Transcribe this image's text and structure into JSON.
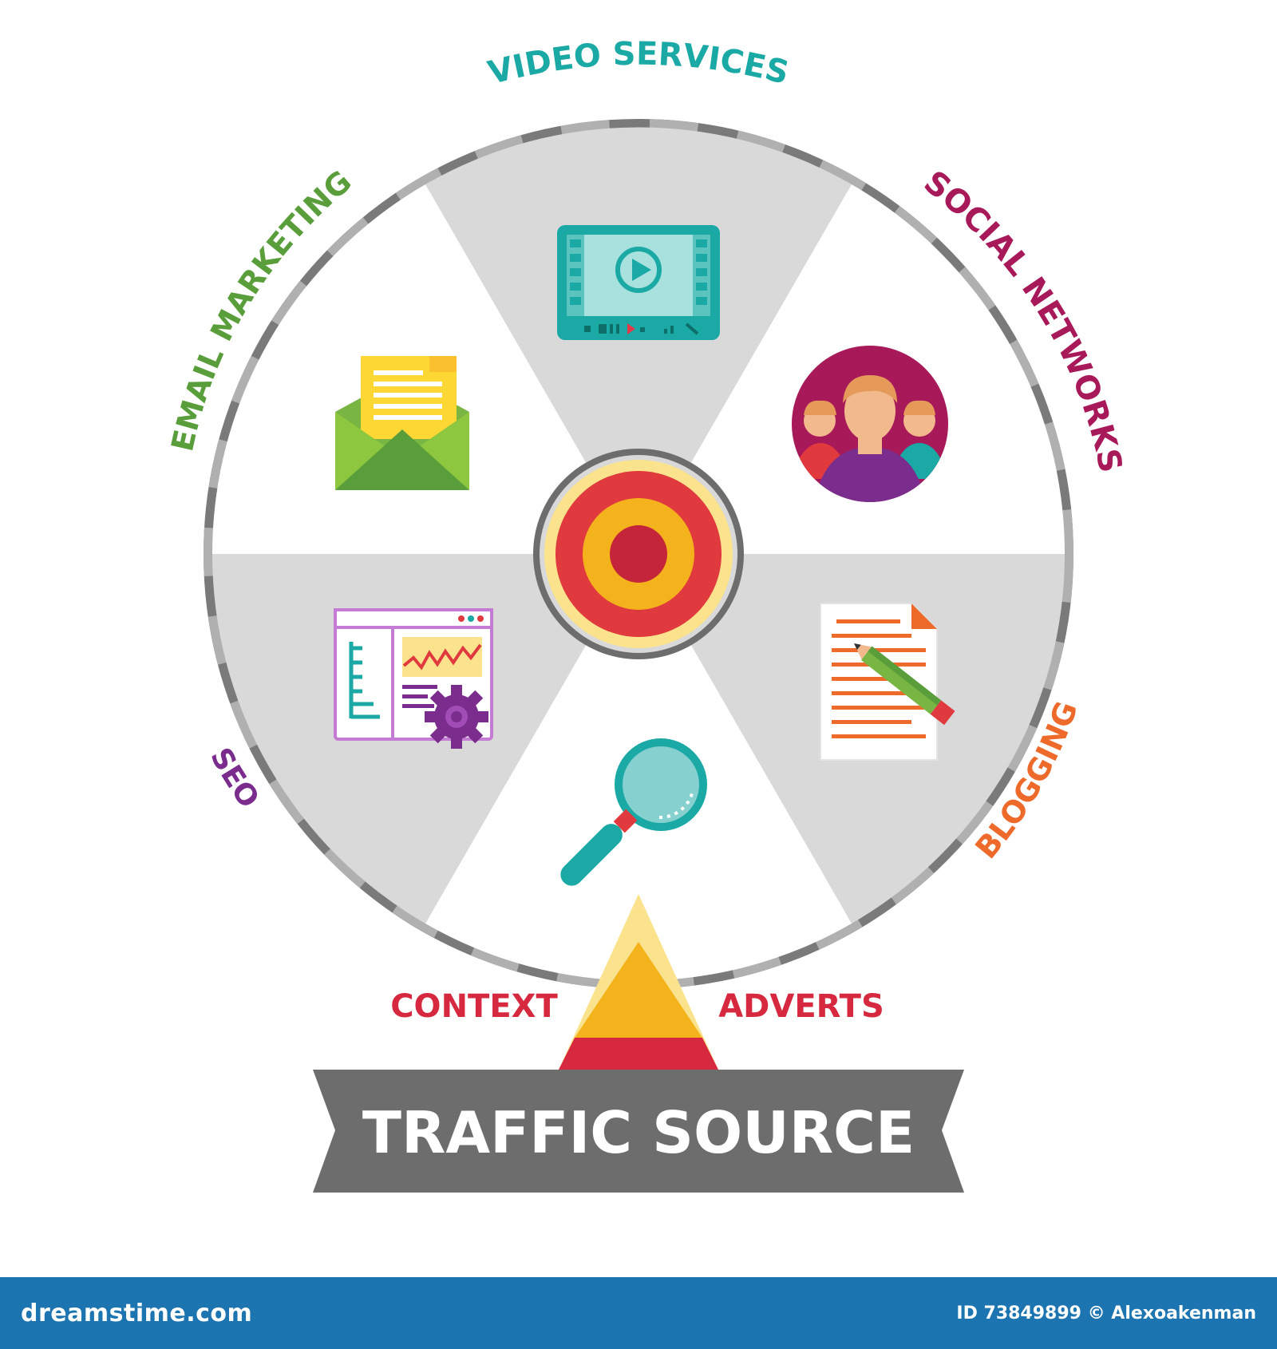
{
  "title": "TRAFFIC SOURCE",
  "segments": [
    {
      "label": "VIDEO SERVICES",
      "color": "#1aa9a4",
      "icon": "video-player-icon"
    },
    {
      "label": "SOCIAL NETWORKS",
      "color": "#a8195a",
      "icon": "people-group-icon"
    },
    {
      "label": "BLOGGING",
      "color": "#ee6a2b",
      "icon": "document-pencil-icon"
    },
    {
      "label": "SEO",
      "color": "#7b2d8e",
      "icon": "seo-analytics-icon"
    },
    {
      "label": "EMAIL MARKETING",
      "color": "#5a9e3b",
      "icon": "envelope-letter-icon"
    }
  ],
  "search_icon": "magnifier-icon",
  "center_icon": "target-icon",
  "pointer_icon": "pyramid-pointer-icon",
  "context_label": "CONTEXT",
  "adverts_label": "ADVERTS",
  "context_color": "#d6283f",
  "footer": {
    "site": "dreamstime.com",
    "credit": "ID 73849899 © Alexoakenman"
  },
  "colors": {
    "banner": "#6d6d6d",
    "ring": "#8b8b8b",
    "sector_light": "#d9d9da",
    "footer_bg": "#1c75b0"
  }
}
